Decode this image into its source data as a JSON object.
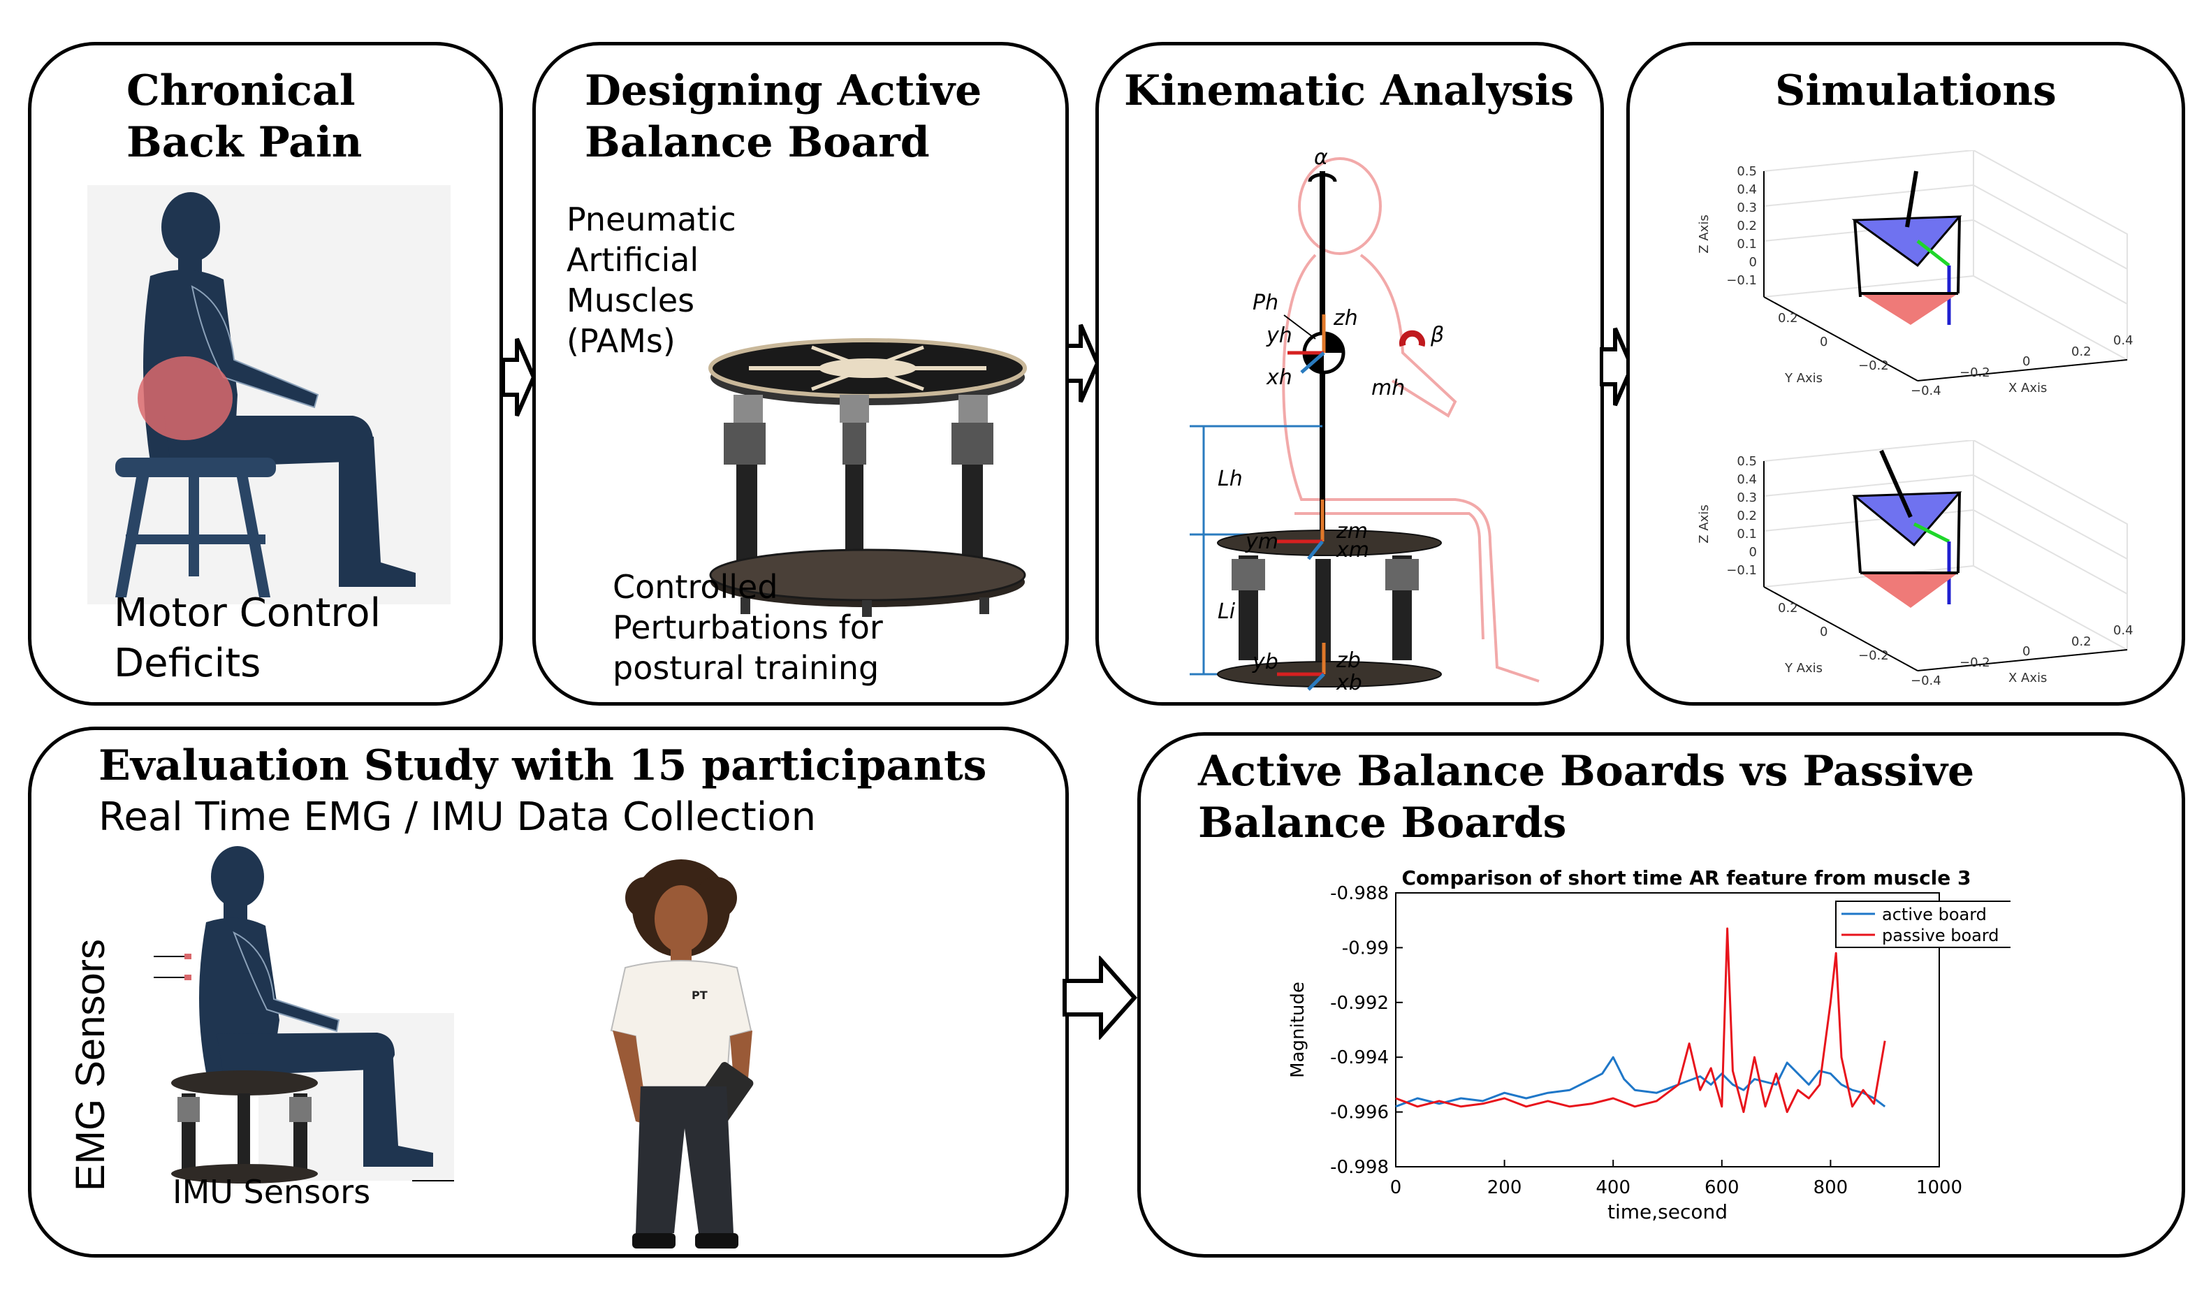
{
  "panels": {
    "back_pain": {
      "title_lines": [
        "Chronical",
        "Back Pain"
      ],
      "caption_lines": [
        "Motor Control",
        "Deficits"
      ]
    },
    "design": {
      "title_lines": [
        "Designing Active",
        "Balance Board"
      ],
      "pam_lines": [
        "Pneumatic",
        "Artificial",
        "Muscles",
        "(PAMs)"
      ],
      "perturb_lines": [
        "Controlled",
        "Perturbations for",
        "postural training"
      ]
    },
    "kinematic": {
      "title": "Kinematic Analysis",
      "symbols": {
        "alpha": "α",
        "beta": "β",
        "Ph": "Ph",
        "zh": "zh",
        "yh": "yh",
        "xh": "xh",
        "mh": "mh",
        "Lh": "Lh",
        "Li": "Li",
        "zm": "zm",
        "ym": "ym",
        "xm": "xm",
        "zb": "zb",
        "yb": "yb",
        "xb": "xb"
      }
    },
    "simulations": {
      "title": "Simulations",
      "plots": [
        {
          "z_label": "Z Axis",
          "y_label": "Y Axis",
          "x_label": "X Axis",
          "z_ticks": [
            "0.5",
            "0.4",
            "0.3",
            "0.2",
            "0.1",
            "0",
            "−0.1"
          ],
          "y_ticks": [
            "0.2",
            "0",
            "−0.2"
          ],
          "x_ticks": [
            "−0.4",
            "−0.2",
            "0",
            "0.2",
            "0.4"
          ]
        },
        {
          "z_label": "Z Axis",
          "y_label": "Y Axis",
          "x_label": "X Axis",
          "z_ticks": [
            "0.5",
            "0.4",
            "0.3",
            "0.2",
            "0.1",
            "0",
            "−0.1"
          ],
          "y_ticks": [
            "0.2",
            "0",
            "−0.2"
          ],
          "x_ticks": [
            "−0.4",
            "−0.2",
            "0",
            "0.2",
            "0.4"
          ]
        }
      ]
    },
    "evaluation": {
      "title": "Evaluation Study with 15 participants",
      "subtitle": "Real Time EMG / IMU Data Collection",
      "emg_label": "EMG Sensors",
      "imu_label": "IMU Sensors",
      "badge": "PT"
    },
    "comparison": {
      "title_lines": [
        "Active Balance Boards vs Passive",
        "Balance Boards"
      ]
    }
  },
  "colors": {
    "figure_navy": "#1f3550",
    "pain_red": "#d9686c",
    "sim_blue": "#6f72f0",
    "sim_red": "#ef7a78",
    "active_line": "#1f77c8",
    "passive_line": "#e8141c",
    "frame_orange": "#e0782a"
  },
  "chart_data": {
    "type": "line",
    "title": "Comparison of short time AR feature from muscle 3",
    "xlabel": "time,second",
    "ylabel": "Magnitude",
    "xlim": [
      0,
      1000
    ],
    "ylim": [
      -0.998,
      -0.988
    ],
    "xticks": [
      0,
      200,
      400,
      600,
      800,
      1000
    ],
    "yticks": [
      -0.988,
      -0.99,
      -0.992,
      -0.994,
      -0.996,
      -0.998
    ],
    "ytick_labels": [
      "-0.988",
      "-0.99",
      "-0.992",
      "-0.994",
      "-0.996",
      "-0.998"
    ],
    "legend_position": "top-right",
    "series": [
      {
        "name": "active board",
        "color": "#1f77c8",
        "x": [
          0,
          40,
          80,
          120,
          160,
          200,
          240,
          280,
          320,
          360,
          380,
          400,
          420,
          440,
          480,
          520,
          560,
          580,
          600,
          620,
          640,
          660,
          700,
          720,
          760,
          780,
          800,
          820,
          840,
          860,
          880,
          900
        ],
        "y": [
          -0.9958,
          -0.9955,
          -0.9957,
          -0.9955,
          -0.9956,
          -0.9953,
          -0.9955,
          -0.9953,
          -0.9952,
          -0.9948,
          -0.9946,
          -0.994,
          -0.9948,
          -0.9952,
          -0.9953,
          -0.995,
          -0.9947,
          -0.995,
          -0.9946,
          -0.995,
          -0.9952,
          -0.9948,
          -0.995,
          -0.9942,
          -0.995,
          -0.9945,
          -0.9946,
          -0.995,
          -0.9952,
          -0.9953,
          -0.9955,
          -0.9958
        ]
      },
      {
        "name": "passive board",
        "color": "#e8141c",
        "x": [
          0,
          40,
          80,
          120,
          160,
          200,
          240,
          280,
          320,
          360,
          400,
          440,
          480,
          520,
          540,
          560,
          580,
          600,
          610,
          620,
          640,
          660,
          680,
          700,
          720,
          740,
          760,
          780,
          800,
          810,
          820,
          840,
          860,
          880,
          900
        ],
        "y": [
          -0.9955,
          -0.9958,
          -0.9956,
          -0.9958,
          -0.9957,
          -0.9955,
          -0.9958,
          -0.9956,
          -0.9958,
          -0.9957,
          -0.9955,
          -0.9958,
          -0.9956,
          -0.995,
          -0.9935,
          -0.9952,
          -0.9944,
          -0.9958,
          -0.9893,
          -0.9945,
          -0.996,
          -0.994,
          -0.9958,
          -0.9946,
          -0.996,
          -0.9952,
          -0.9955,
          -0.995,
          -0.992,
          -0.9902,
          -0.994,
          -0.9958,
          -0.9952,
          -0.9957,
          -0.9934
        ]
      }
    ]
  }
}
